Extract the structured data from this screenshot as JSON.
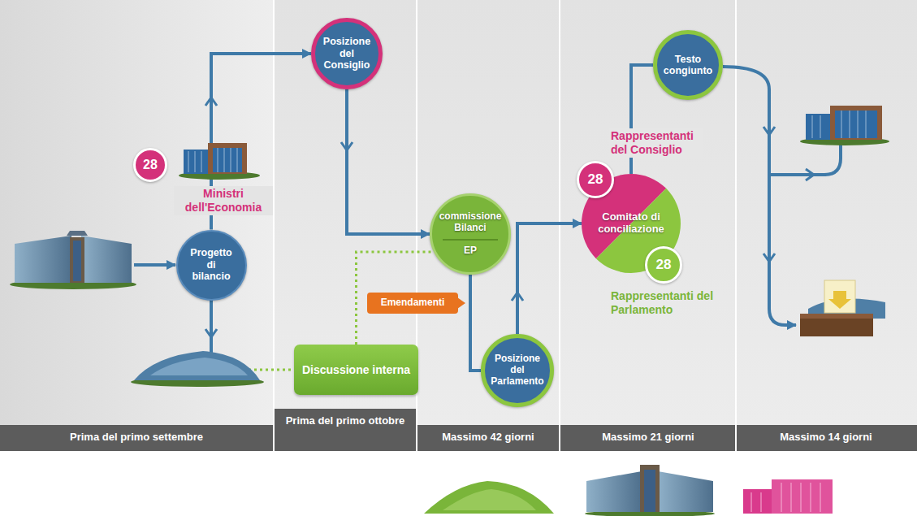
{
  "diagram": {
    "nodes": [
      {
        "text": [
          "Progetto di bilancio"
        ]
      },
      {
        "text": [
          "28"
        ]
      },
      {
        "text": [
          "Posizione del Consiglio"
        ]
      },
      {
        "text": [
          "Discussione interna"
        ]
      },
      {
        "text": [
          "commissione Bilanci",
          "EP"
        ]
      },
      {
        "text": [
          "Emendamenti"
        ]
      },
      {
        "text": [
          "Posizione del Parlamento"
        ]
      },
      {
        "text": [
          "28"
        ]
      },
      {
        "text": [
          "Comitato di conciliazione"
        ]
      },
      {
        "text": [
          "28"
        ]
      },
      {
        "text": [
          "Testo congiunto"
        ]
      }
    ],
    "edges": [
      {
        "from": 0,
        "to": 2,
        "arrow": "to"
      },
      {
        "from": 2,
        "to": 4,
        "arrow": "to"
      },
      {
        "from": 3,
        "to": 4,
        "arrow": "none"
      },
      {
        "from": 4,
        "to": 6,
        "arrow": "none"
      },
      {
        "from": 6,
        "to": 8,
        "arrow": "to"
      },
      {
        "from": 8,
        "to": 10,
        "arrow": "none"
      }
    ],
    "labels": [
      "Ministri dell'Economia",
      "Rappresentanti del Consiglio",
      "Rappresentanti del Parlamento",
      "Prima del primo settembre",
      "Prima del primo ottobre",
      "Massimo 42 giorni",
      "Massimo 21 giorni",
      "Massimo 14 giorni"
    ]
  }
}
